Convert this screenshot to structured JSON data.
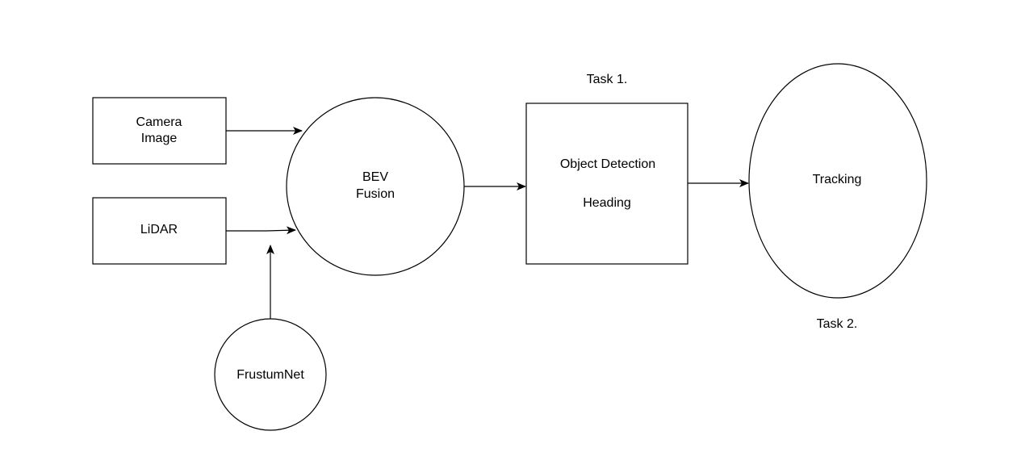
{
  "diagram": {
    "nodes": {
      "camera": {
        "line1": "Camera",
        "line2": "Image"
      },
      "lidar": {
        "label": "LiDAR"
      },
      "bev": {
        "line1": "BEV",
        "line2": "Fusion"
      },
      "frustum": {
        "label": "FrustumNet"
      },
      "detection": {
        "line1": "Object Detection",
        "line2": "Heading"
      },
      "tracking": {
        "label": "Tracking"
      }
    },
    "annotations": {
      "task1": "Task 1.",
      "task2": "Task 2."
    }
  },
  "colors": {
    "stroke": "#000000",
    "fill": "#ffffff"
  }
}
